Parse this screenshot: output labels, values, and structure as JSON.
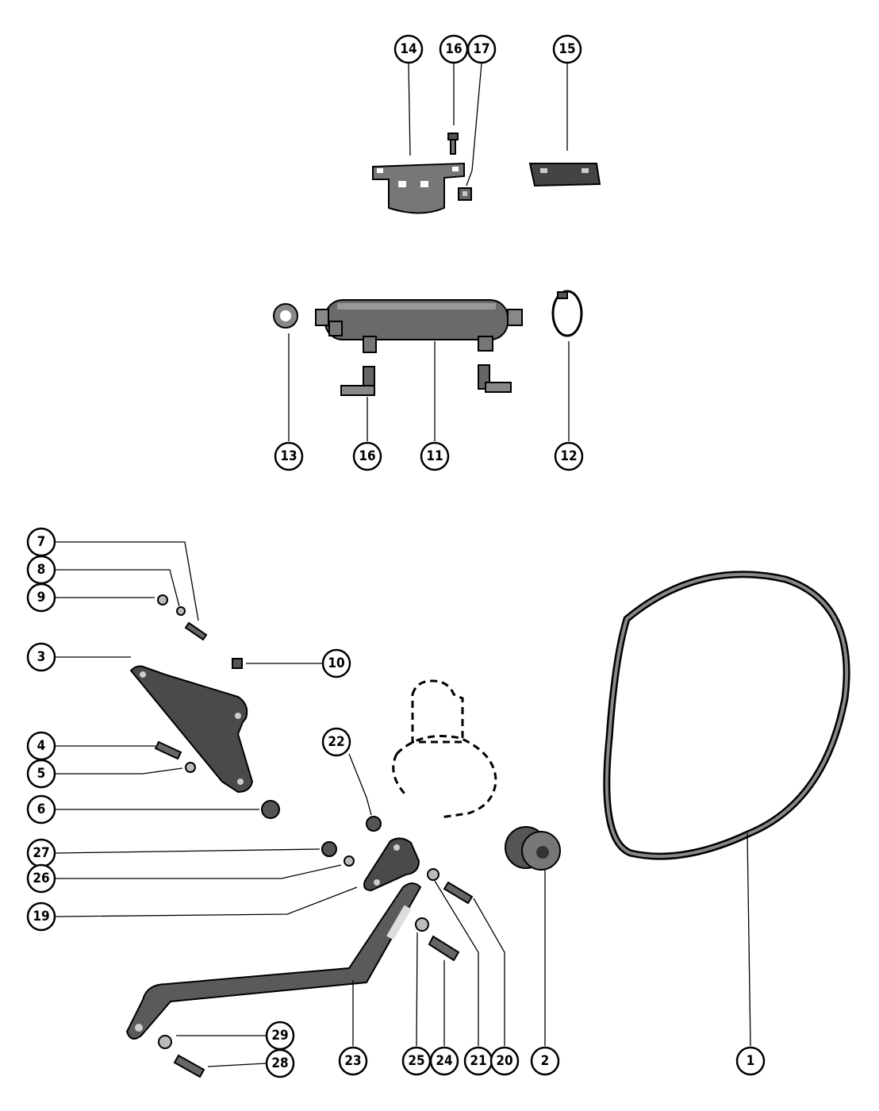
{
  "callouts": {
    "c1": "1",
    "c2": "2",
    "c3": "3",
    "c4": "4",
    "c5": "5",
    "c6": "6",
    "c7": "7",
    "c8": "8",
    "c9": "9",
    "c10": "10",
    "c11": "11",
    "c12": "12",
    "c13": "13",
    "c14": "14",
    "c15": "15",
    "c16a": "16",
    "c16b": "16",
    "c17": "17",
    "c19": "19",
    "c20": "20",
    "c21": "21",
    "c22": "22",
    "c23": "23",
    "c24": "24",
    "c25": "25",
    "c26": "26",
    "c27": "27",
    "c28": "28",
    "c29": "29"
  }
}
